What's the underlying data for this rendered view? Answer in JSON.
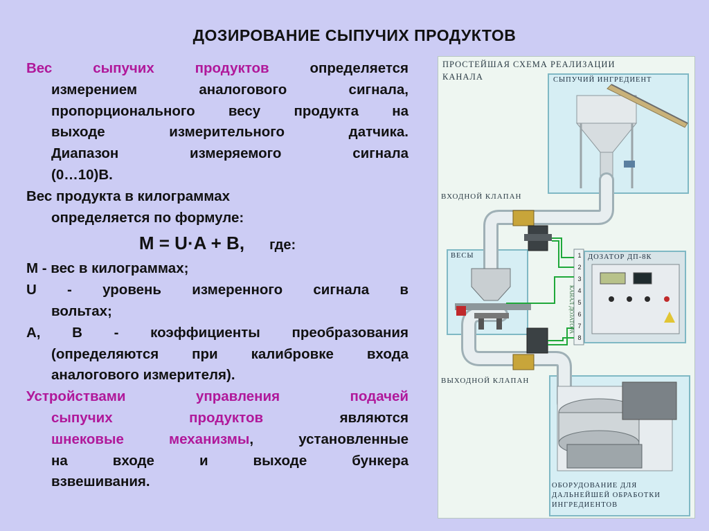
{
  "slide": {
    "title": "ДОЗИРОВАНИЕ СЫПУЧИХ ПРОДУКТОВ"
  },
  "text": {
    "p1_lead": "Вес сыпучих продуктов",
    "p1_line1_rest": "определяется",
    "p1_line2": "измерением аналогового сигнала,",
    "p1_line3": "пропорционального весу продукта на",
    "p1_line4": "выходе измерительного датчика.",
    "p1_line5": "Диапазон измеряемого сигнала",
    "p1_line6": "(0…10)В.",
    "p2_line1": "Вес продукта в килограммах",
    "p2_line2": "определяется по формуле:",
    "formula": "M = U·A + B,",
    "formula_where": "где:",
    "def_m": "М - вес в килограммах;",
    "def_u_line1": "U - уровень измеренного сигнала в",
    "def_u_line2": "вольтах;",
    "def_ab_line1": "А, В - коэффициенты преобразования",
    "def_ab_line2": "(определяются при калибровке входа",
    "def_ab_line3": "аналогового измерителя).",
    "p3_line1": "Устройствами управления подачей",
    "p3_line2_mag": "сыпучих продуктов",
    "p3_line2_rest": "являются",
    "p3_line3_mag": "шнековые механизмы",
    "p3_line3_rest": ", установленные",
    "p3_line4": "на входе и выходе бункера",
    "p3_line5": "взвешивания."
  },
  "diagram": {
    "header_line1": "ПРОСТЕЙШАЯ СХЕМА РЕАЛИЗАЦИИ",
    "header_line2": "КАНАЛА",
    "label_ingredient": "СЫПУЧИЙ ИНГРЕДИЕНТ",
    "label_input_valve": "ВХОДНОЙ КЛАПАН",
    "label_scales": "ВЕСЫ",
    "label_doser": "ДОЗАТОР ДП-8К",
    "label_output_valve": "ВЫХОДНОЙ КЛАПАН",
    "label_equipment_line1": "ОБОРУДОВАНИЕ ДЛЯ",
    "label_equipment_line2": "ДАЛЬНЕЙШЕЙ ОБРАБОТКИ",
    "label_equipment_line3": "ИНГРЕДИЕНТОВ",
    "cable_label": "КАНАЛ ДОЗАТОРА",
    "terminals": [
      "1",
      "2",
      "3",
      "4",
      "5",
      "6",
      "7",
      "8"
    ],
    "colors": {
      "accent_magenta": "#b0189a",
      "wire_green": "#1fa83a",
      "pipe": "#dfe7ea"
    }
  }
}
